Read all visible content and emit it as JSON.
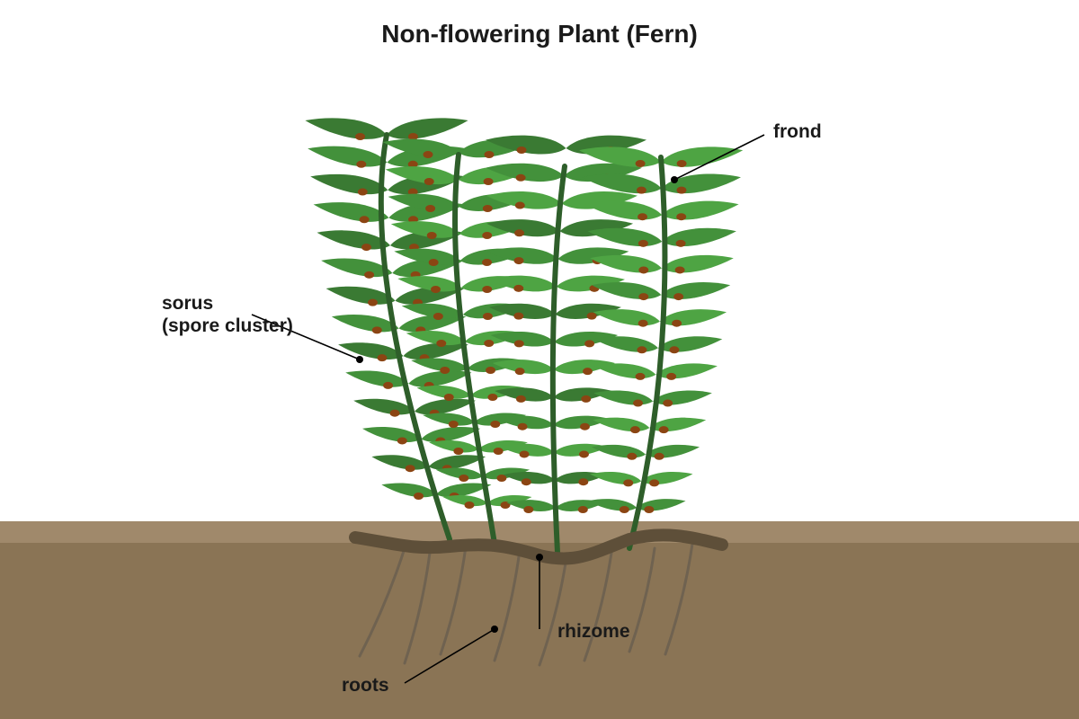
{
  "title": "Non-flowering Plant (Fern)",
  "labels": {
    "frond": "frond",
    "sorus_line1": "sorus",
    "sorus_line2": "(spore cluster)",
    "rhizome": "rhizome",
    "roots": "roots"
  },
  "colors": {
    "background": "#ffffff",
    "soil_top": "#a0896b",
    "soil": "#8a7455",
    "rhizome": "#5e4f39",
    "roots": "#6f6250",
    "stem": "#2e5e2a",
    "leaf_dark": "#3a7a33",
    "leaf_mid": "#43913b",
    "leaf_light": "#4ea443",
    "sorus": "#8b4513",
    "leader": "#000000",
    "text": "#1a1a1a"
  }
}
